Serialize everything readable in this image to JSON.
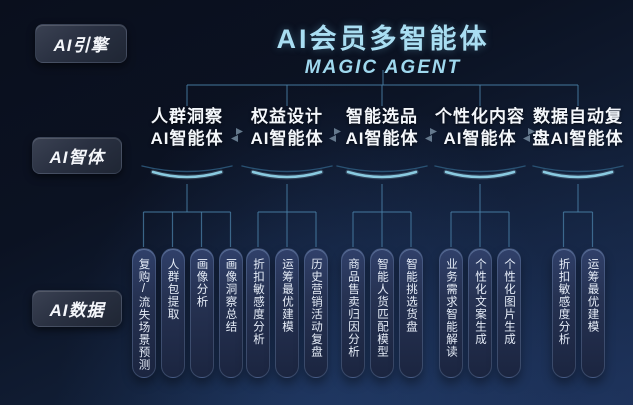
{
  "title": {
    "main": "AI会员多智能体",
    "subtitle": "MAGIC AGENT"
  },
  "side_labels": [
    {
      "label": "AI引擎"
    },
    {
      "label": "AI智体"
    },
    {
      "label": "AI数据"
    }
  ],
  "groups": [
    {
      "name_line1": "人群洞察",
      "name_line2": "AI智能体",
      "tasks": [
        "复购/流失场景预测",
        "人群包提取",
        "画像分析",
        "画像洞察总结"
      ]
    },
    {
      "name_line1": "权益设计",
      "name_line2": "AI智能体",
      "tasks": [
        "折扣敏感度分析",
        "运筹最优建模",
        "历史营销活动复盘"
      ]
    },
    {
      "name_line1": "智能选品",
      "name_line2": "AI智能体",
      "tasks": [
        "商品售卖归因分析",
        "智能人货匹配模型",
        "智能挑选货盘"
      ]
    },
    {
      "name_line1": "个性化内容",
      "name_line2": "AI智能体",
      "tasks": [
        "业务需求智能解读",
        "个性化文案生成",
        "个性化图片生成"
      ]
    },
    {
      "name_line1": "数据自动复",
      "name_line2": "盘AI智能体",
      "tasks": [
        "折扣敏感度分析",
        "运筹最优建模"
      ]
    }
  ],
  "icons": {
    "exchange_arrow": "bidirectional-arrow"
  },
  "colors": {
    "background_top": "#0a0f1d",
    "background_bottom": "#192a49",
    "title_cyan": "#a9def2",
    "connector_line": "#4a7fa6",
    "platform_glow": "#8fd2e8",
    "pill_background": "#263252",
    "arrow_gray": "#6f8498"
  }
}
